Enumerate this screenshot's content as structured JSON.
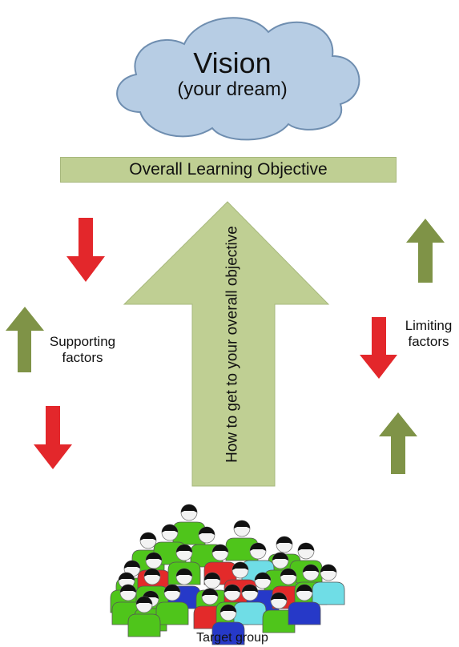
{
  "vision": {
    "title": "Vision",
    "subtitle": "(your dream)"
  },
  "objective": {
    "label": "Overall Learning Objective"
  },
  "main_arrow": {
    "label": "How to get to your overall objective"
  },
  "left_side": {
    "label_line1": "Supporting",
    "label_line2": "factors"
  },
  "right_side": {
    "label_line1": "Limiting",
    "label_line2": "factors"
  },
  "target": {
    "label": "Target group"
  },
  "colors": {
    "cloud_fill": "#b7cde4",
    "cloud_stroke": "#6f8eb0",
    "olive": "#bfcf93",
    "green_arrow": "#7f9347",
    "red_arrow": "#e3272b",
    "person_green": "#4fc51b",
    "person_red": "#e32a2a",
    "person_cyan": "#6fdde6",
    "person_blue": "#2639c8"
  }
}
